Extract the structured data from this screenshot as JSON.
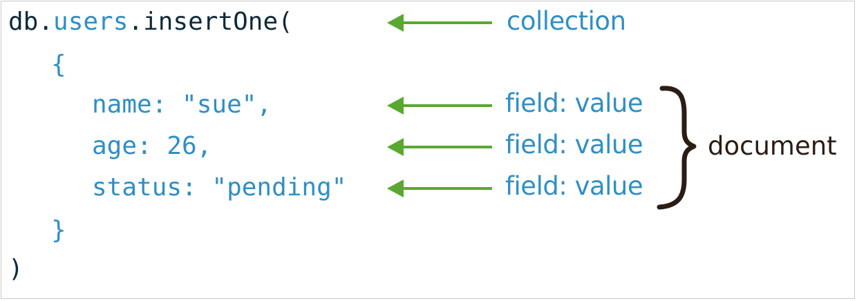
{
  "code": {
    "line1": {
      "prefix": "db.",
      "collection": "users",
      "suffix": ".insertOne("
    },
    "open_brace": "{",
    "fields": [
      "name: \"sue\",",
      "age: 26,",
      "status: \"pending\""
    ],
    "close_brace": "}",
    "close_paren": ")"
  },
  "annotations": {
    "collection": "collection",
    "field_values": [
      "field: value",
      "field: value",
      "field: value"
    ],
    "document": "document"
  },
  "colors": {
    "code_dark": "#0f2a3a",
    "code_blue": "#2f8fc4",
    "arrow_green": "#5aa832",
    "brace_brown": "#2b1d14"
  }
}
